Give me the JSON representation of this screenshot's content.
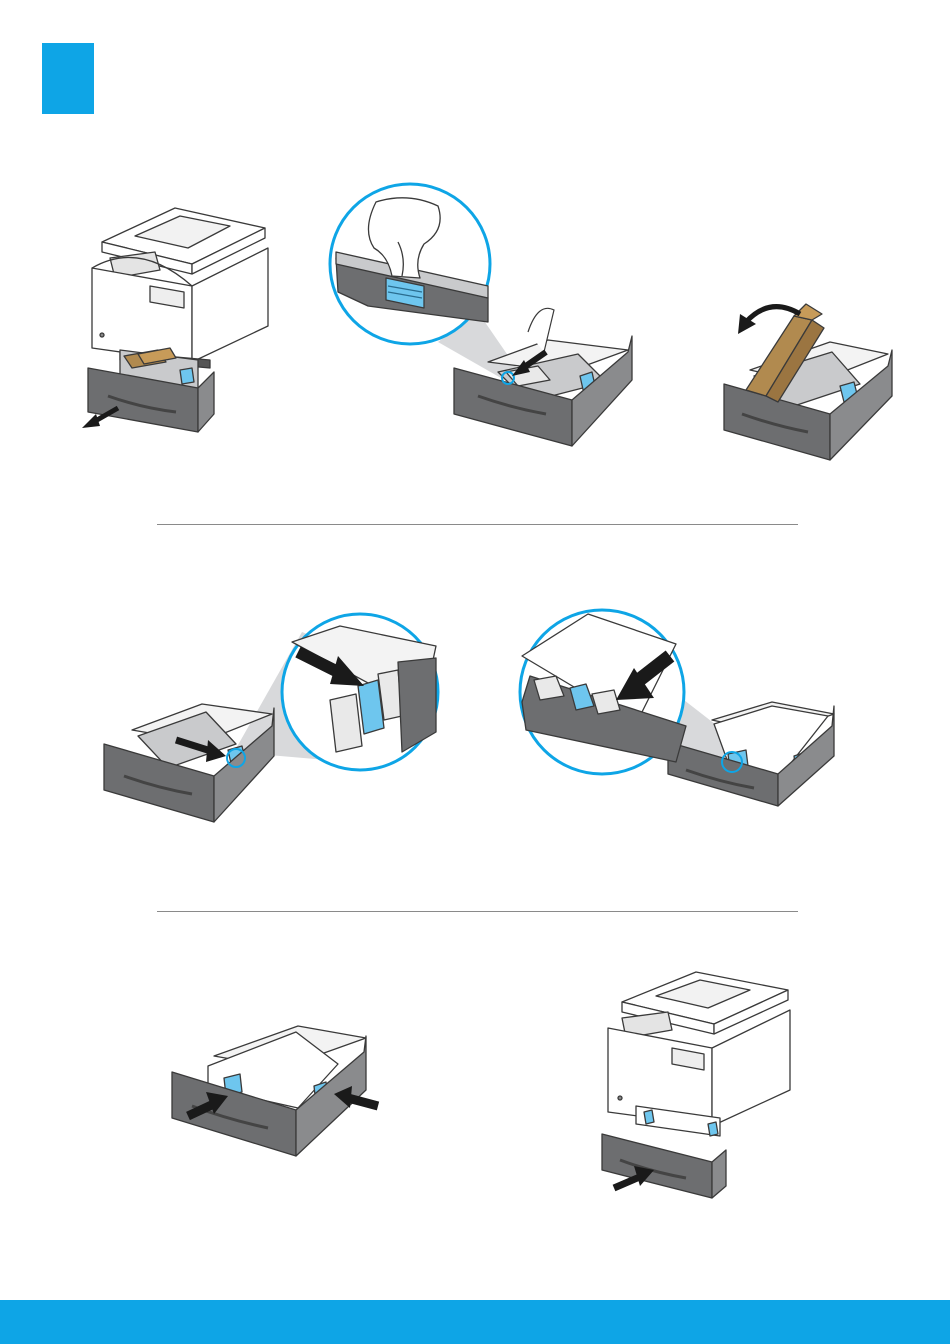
{
  "colors": {
    "accent": "#0ea5e6",
    "tray_dark": "#6d6e70",
    "tray_mid": "#8a8b8d",
    "tray_light": "#c9cacc",
    "cardboard": "#b18a4f",
    "guide_blue": "#6ec6ee",
    "line": "#3a3a3a",
    "arrow": "#1a1a1a",
    "zoom_shade": "#cfd0d2"
  },
  "icons": {
    "step_marker": "blue-square-marker",
    "pull_arrow": "arrow-icon",
    "push_arrow": "arrow-icon",
    "rotate_arrow": "curved-arrow-icon"
  },
  "steps": [
    {
      "figure": "printer-open-tray"
    },
    {
      "figure": "zoom-press-latch"
    },
    {
      "figure": "remove-packing-material"
    },
    {
      "figure": "slide-paper-guide"
    },
    {
      "figure": "zoom-load-paper"
    },
    {
      "figure": "adjust-width-guides"
    },
    {
      "figure": "printer-close-tray"
    }
  ]
}
